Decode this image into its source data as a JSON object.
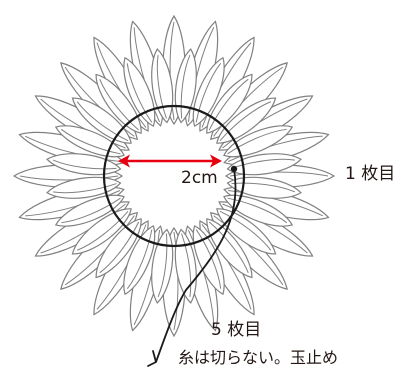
{
  "diagram": {
    "dimension_label": "2cm",
    "label_first": "1 枚目",
    "label_fifth": "5 枚目",
    "note": "糸は切らない。玉止め"
  },
  "colors": {
    "petal_stroke": "#808080",
    "circle_stroke": "#1a1a1a",
    "arrow": "#e60012",
    "text": "#231815"
  }
}
